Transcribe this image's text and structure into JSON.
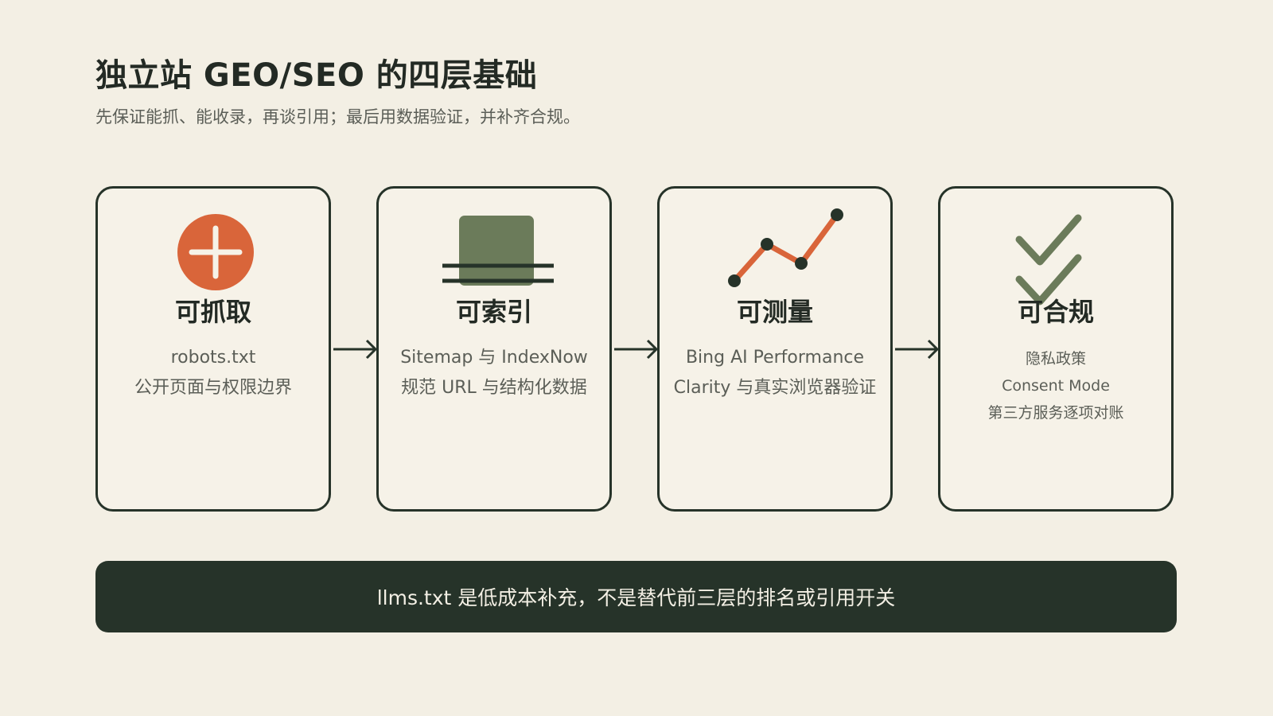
{
  "header": {
    "title": "独立站 GEO/SEO 的四层基础",
    "subtitle": "先保证能抓、能收录，再谈引用；最后用数据验证，并补齐合规。"
  },
  "colors": {
    "background": "#f3efe4",
    "card_bg": "#f6f2e8",
    "dark_green": "#263329",
    "accent_orange": "#d9653a",
    "olive_green": "#6b7b5a"
  },
  "layers": [
    {
      "icon": "plus-circle-icon",
      "title": "可抓取",
      "lines": [
        "robots.txt",
        "公开页面与权限边界"
      ]
    },
    {
      "icon": "index-block-icon",
      "title": "可索引",
      "lines": [
        "Sitemap 与 IndexNow",
        "规范 URL 与结构化数据"
      ]
    },
    {
      "icon": "trend-line-icon",
      "title": "可测量",
      "lines": [
        "Bing AI Performance",
        "Clarity 与真实浏览器验证"
      ]
    },
    {
      "icon": "double-check-icon",
      "title": "可合规",
      "lines": [
        "隐私政策",
        "Consent Mode",
        "第三方服务逐项对账"
      ]
    }
  ],
  "banner": {
    "text": "llms.txt 是低成本补充，不是替代前三层的排名或引用开关"
  }
}
